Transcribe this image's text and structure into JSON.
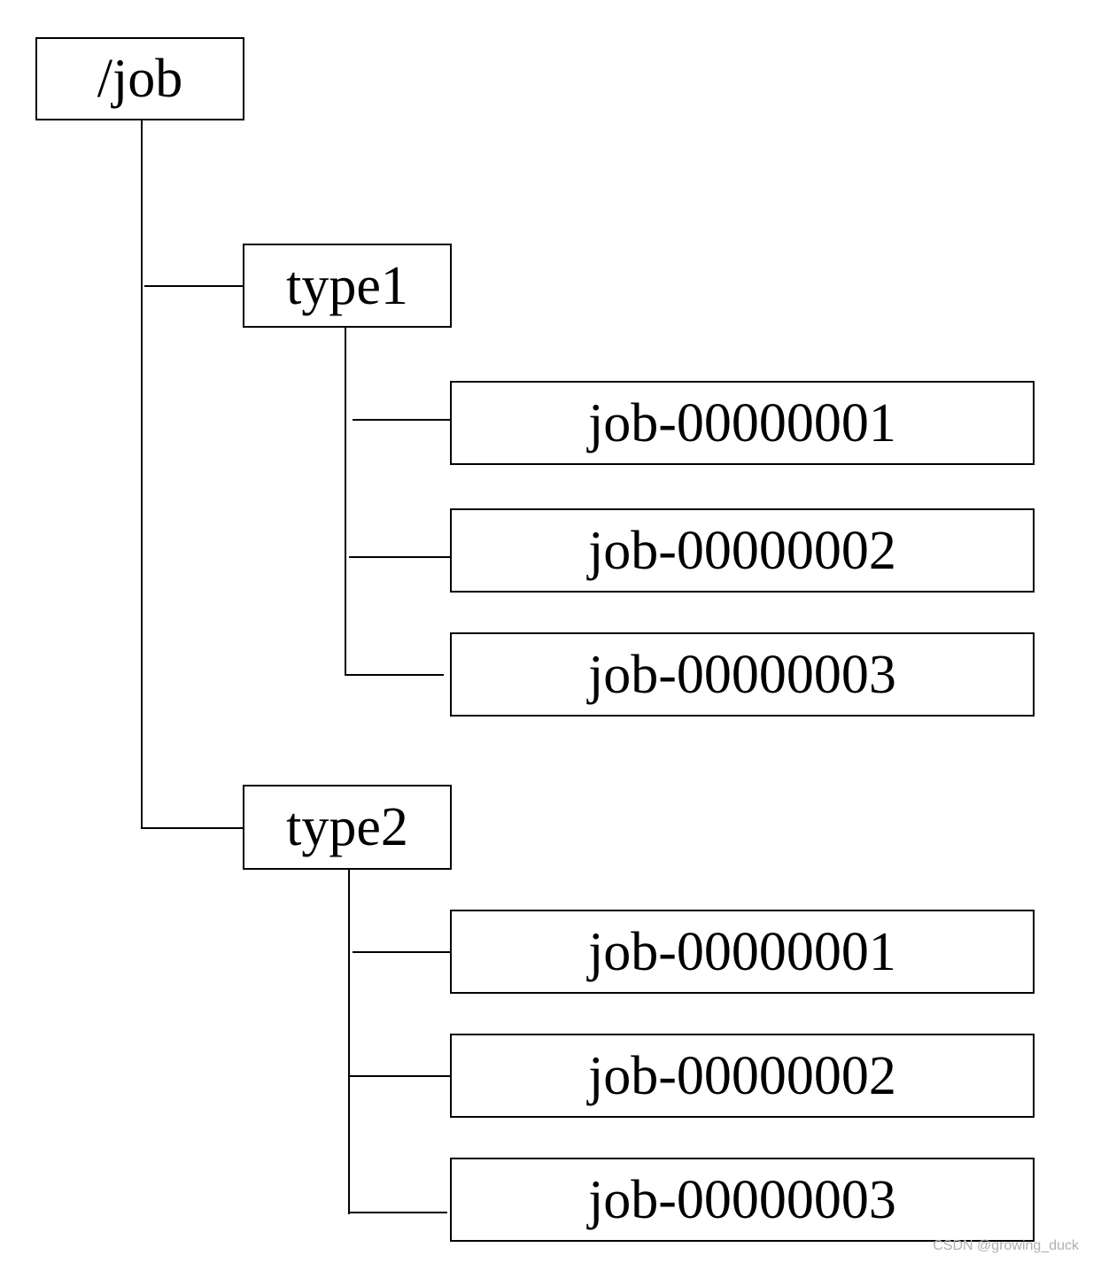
{
  "tree": {
    "root": {
      "label": "/job"
    },
    "branches": [
      {
        "label": "type1",
        "children": [
          "job-00000001",
          "job-00000002",
          "job-00000003"
        ]
      },
      {
        "label": "type2",
        "children": [
          "job-00000001",
          "job-00000002",
          "job-00000003"
        ]
      }
    ]
  },
  "watermark": "CSDN @growing_duck"
}
